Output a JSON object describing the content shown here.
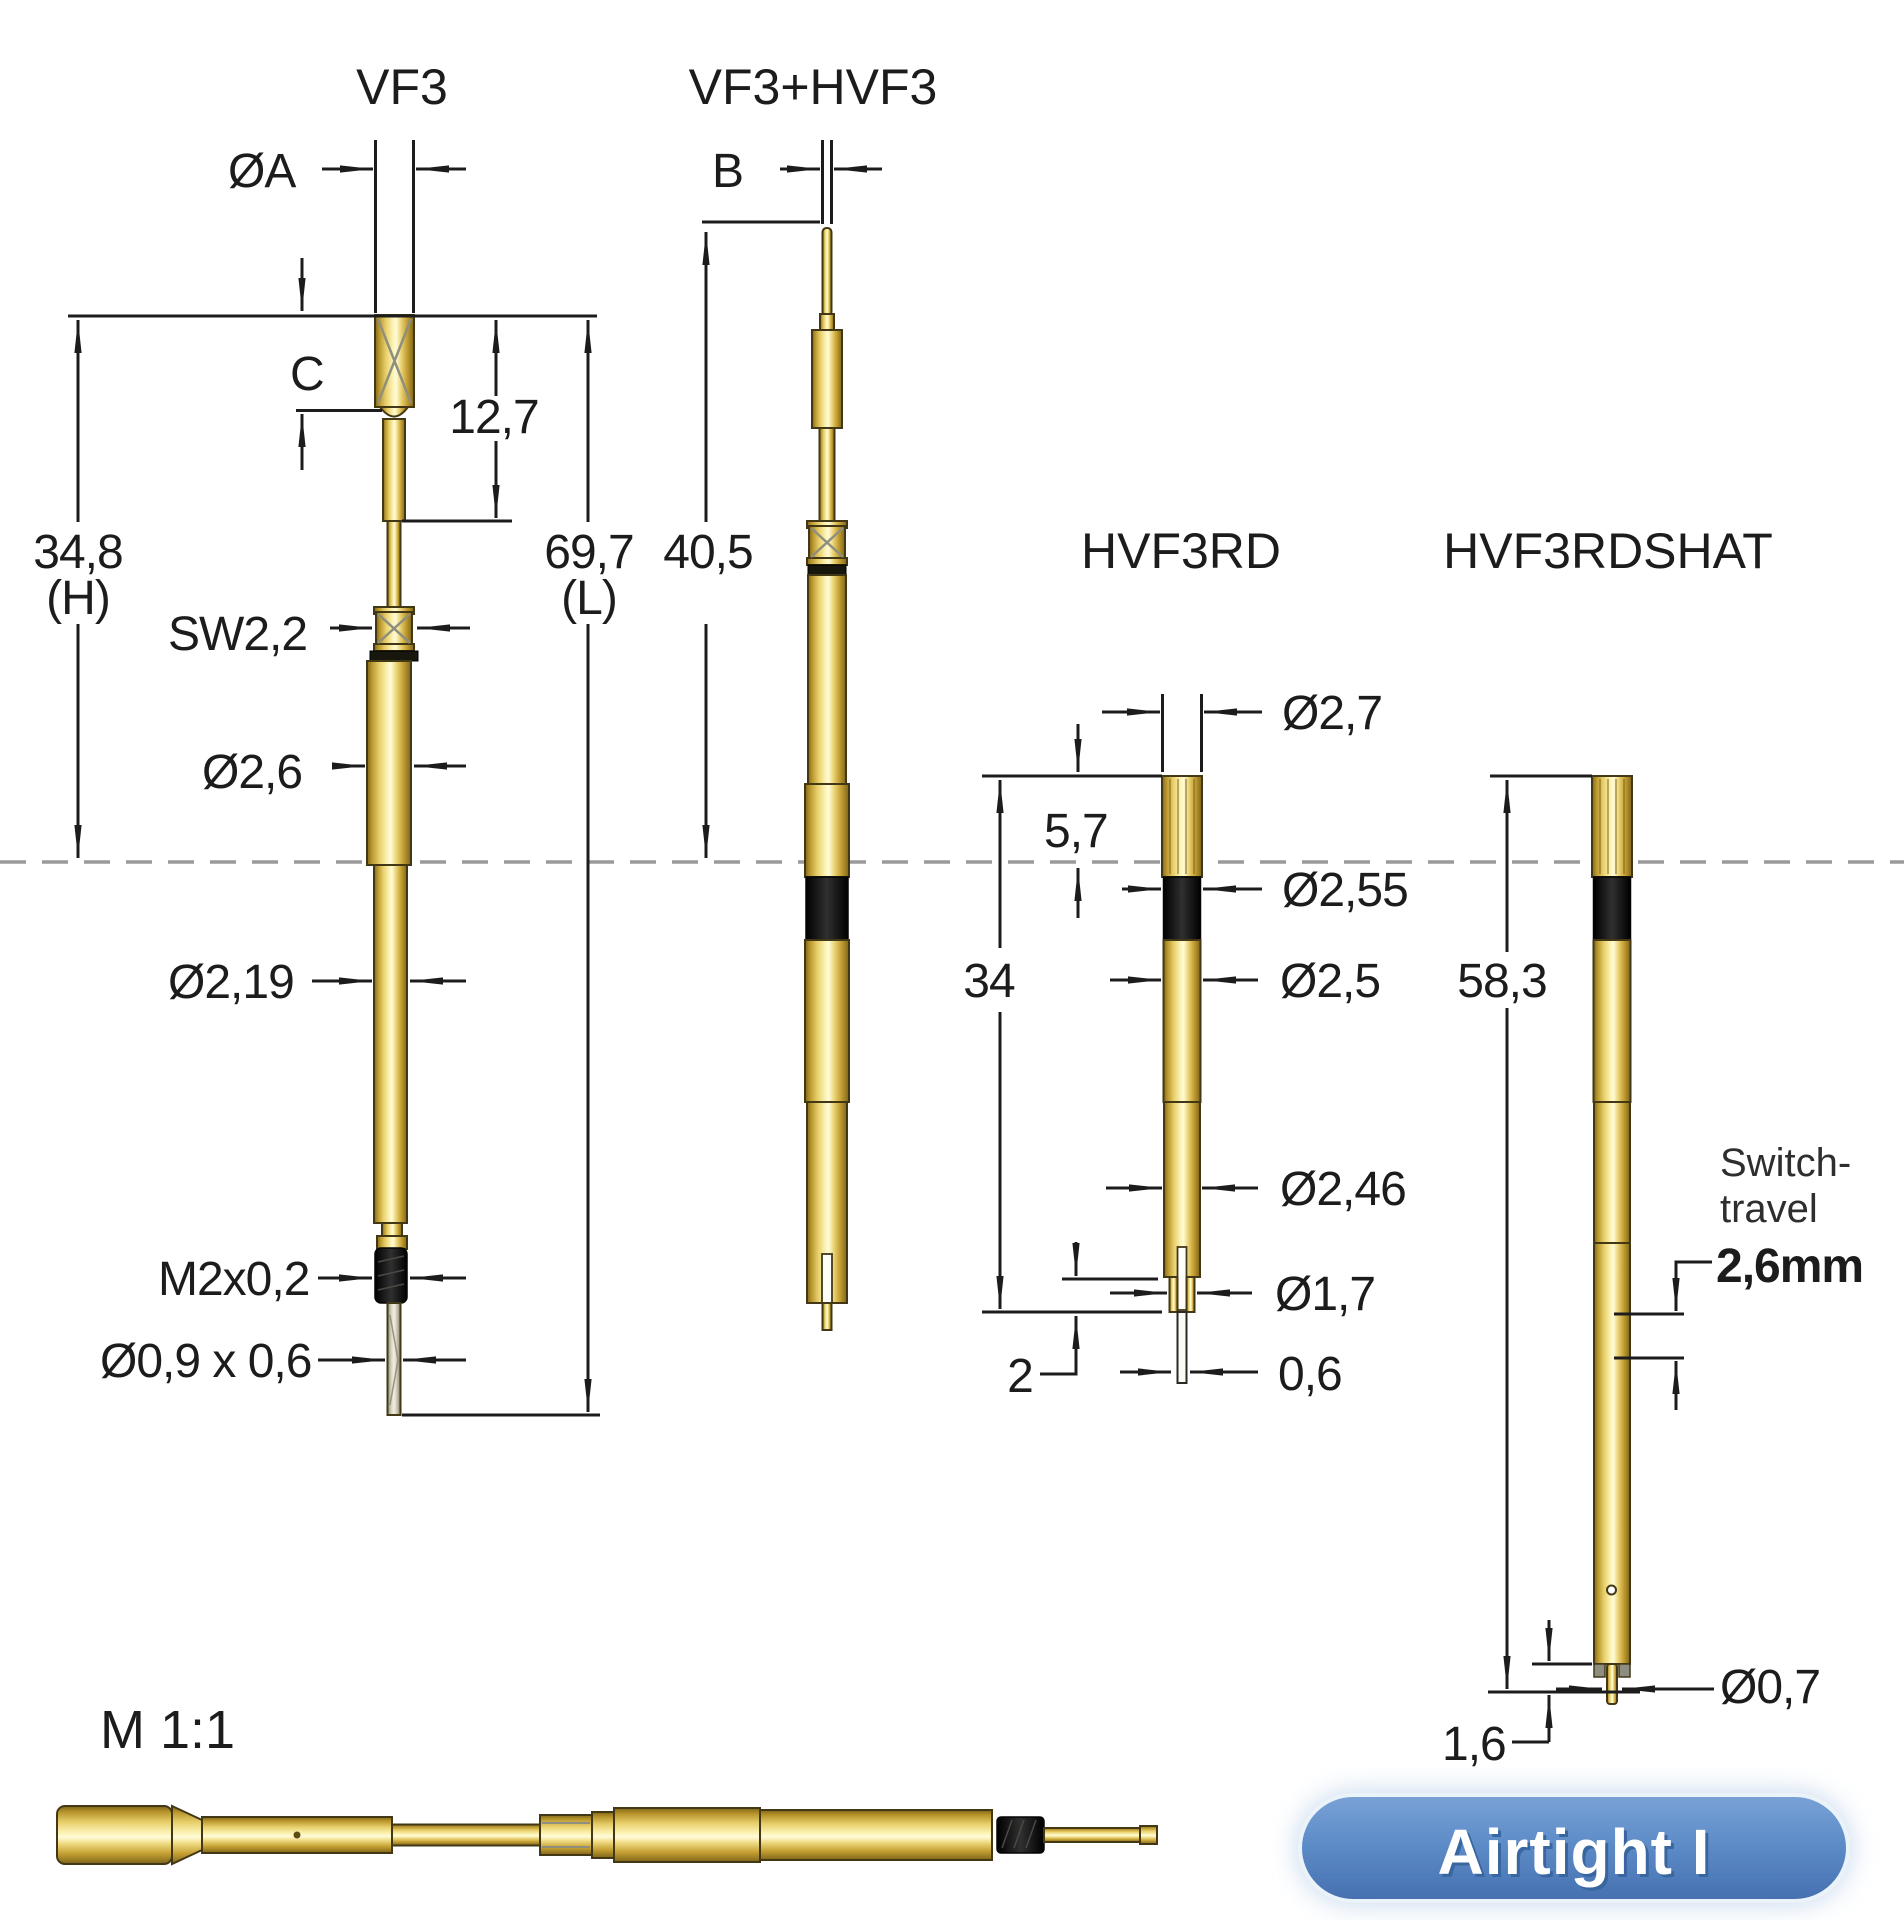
{
  "views": {
    "vf3": {
      "label": "VF3",
      "dims": {
        "dia_a": "ØA",
        "c": "C",
        "plunger": "12,7",
        "height": "34,8",
        "height_suffix": "(H)",
        "length": "69,7",
        "length_suffix": "(L)",
        "hex": "SW2,2",
        "barrel": "Ø2,6",
        "shaft": "Ø2,19",
        "thread": "M2x0,2",
        "tip": "Ø0,9 x 0,6"
      }
    },
    "vf3_hvf3": {
      "label": "VF3+HVF3",
      "dims": {
        "b": "B",
        "length": "40,5"
      }
    },
    "hvf3rd": {
      "label": "HVF3RD",
      "dims": {
        "top_dia": "Ø2,7",
        "above_board": "5,7",
        "collar_dia": "Ø2,55",
        "body_len": "34",
        "body_dia": "Ø2,5",
        "lower_dia": "Ø2,46",
        "fork_dia": "Ø1,7",
        "fork_len": "2",
        "pin_dia": "0,6"
      }
    },
    "hvf3rdshat": {
      "label": "HVF3RDSHAT",
      "dims": {
        "length": "58,3",
        "switch_travel_line1": "Switch-",
        "switch_travel_line2": "travel",
        "switch_travel_value": "2,6mm",
        "tip_dia": "Ø0,7",
        "tip_len": "1,6"
      }
    }
  },
  "scale_view": {
    "label": "M 1:1"
  },
  "badge": {
    "text": "Airtight I"
  },
  "colors": {
    "line": "#1c1c1c",
    "dashed": "#9a9a9a",
    "bg": "#ffffff",
    "gold": "#e9cf6d",
    "gold-light": "#fffbda",
    "gold-dark": "#8a6d1f",
    "black-part": "#141414",
    "badge-blue": "#5b8ac6",
    "badge-textcolor": "#ffffff",
    "tip-gray": "#d8d5c4",
    "seal-gray": "#8e8e80"
  }
}
